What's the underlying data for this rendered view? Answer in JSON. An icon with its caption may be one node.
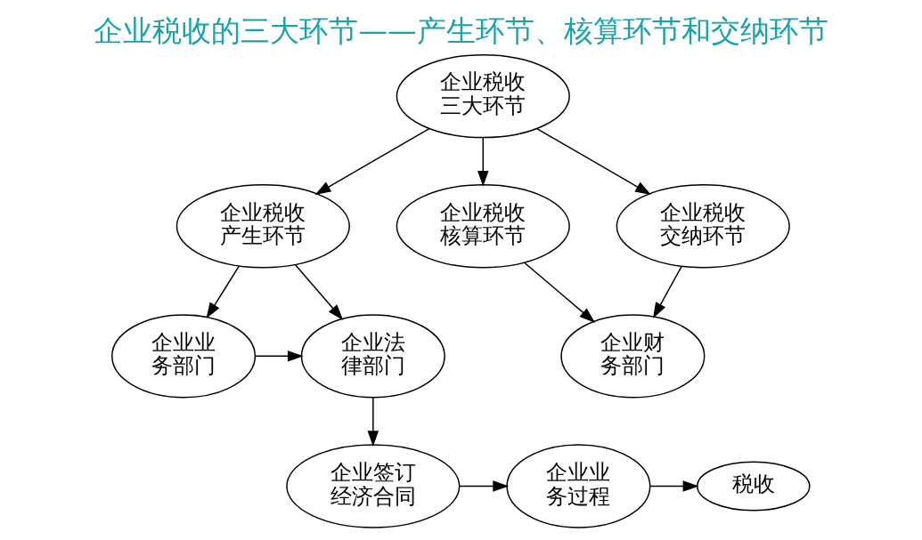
{
  "diagram": {
    "title": "企业税收的三大环节——产生环节、核算环节和交纳环节",
    "nodes": [
      {
        "text": [
          "企业税收三大环节"
        ]
      },
      {
        "text": [
          "企业税收产生环节"
        ]
      },
      {
        "text": [
          "企业税收核算环节"
        ]
      },
      {
        "text": [
          "企业税收交纳环节"
        ]
      },
      {
        "text": [
          "企业业务部门"
        ]
      },
      {
        "text": [
          "企业法律部门"
        ]
      },
      {
        "text": [
          "企业财务部门"
        ]
      },
      {
        "text": [
          "企业签订经济合同"
        ]
      },
      {
        "text": [
          "企业业务过程"
        ]
      },
      {
        "text": [
          "税收"
        ]
      }
    ],
    "edges": [
      {
        "from": 0,
        "to": 1,
        "arrow": "to"
      },
      {
        "from": 0,
        "to": 2,
        "arrow": "to"
      },
      {
        "from": 0,
        "to": 3,
        "arrow": "to"
      },
      {
        "from": 1,
        "to": 4,
        "arrow": "to"
      },
      {
        "from": 1,
        "to": 5,
        "arrow": "to"
      },
      {
        "from": 4,
        "to": 5,
        "arrow": "to"
      },
      {
        "from": 2,
        "to": 6,
        "arrow": "to"
      },
      {
        "from": 3,
        "to": 6,
        "arrow": "to"
      },
      {
        "from": 5,
        "to": 7,
        "arrow": "to"
      },
      {
        "from": 7,
        "to": 8,
        "arrow": "to"
      },
      {
        "from": 8,
        "to": 9,
        "arrow": "to"
      }
    ]
  }
}
